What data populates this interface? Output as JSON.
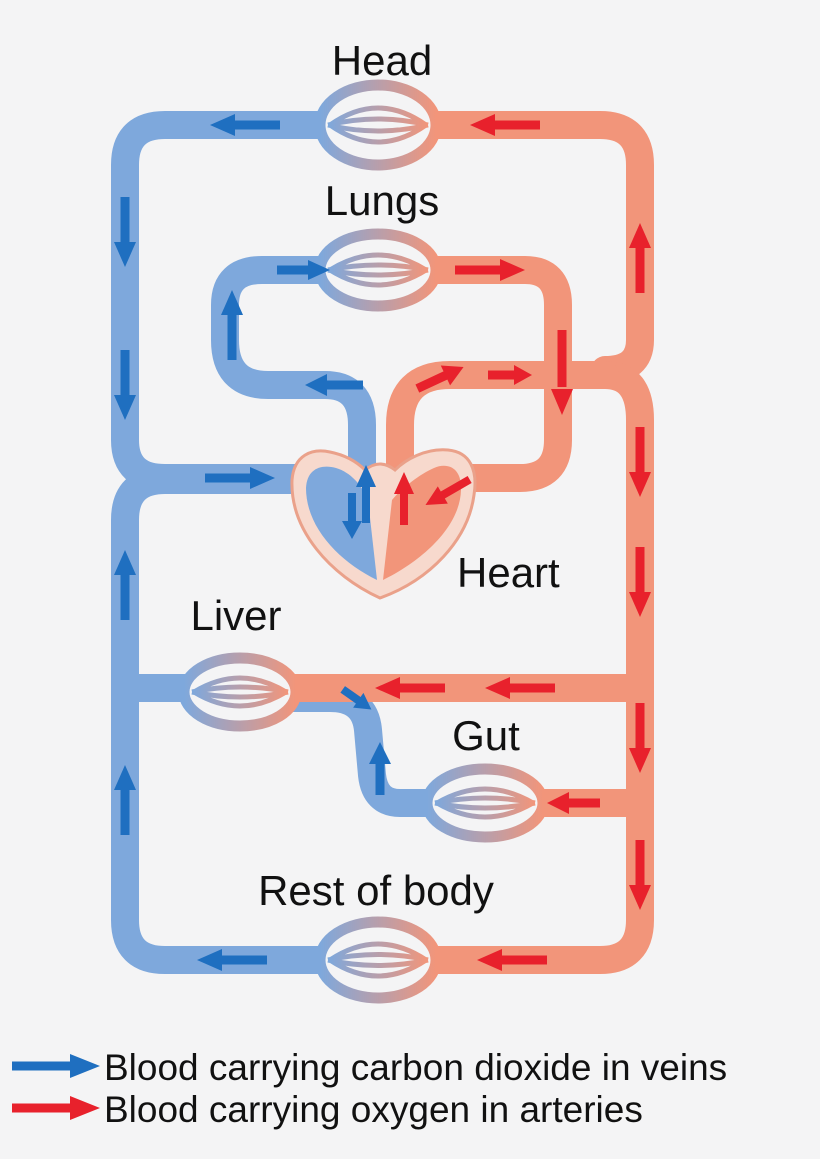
{
  "colors": {
    "vein": "#7ea8dc",
    "vein_arrow": "#1f6fc0",
    "artery": "#f2957a",
    "artery_arrow": "#e8212c",
    "heart_fill": "#f7d9cd",
    "heart_outline": "#eaa18a",
    "background": "#f4f4f5"
  },
  "organs": {
    "head": "Head",
    "lungs": "Lungs",
    "heart": "Heart",
    "liver": "Liver",
    "gut": "Gut",
    "body": "Rest of body"
  },
  "legend": {
    "veins": "Blood carrying carbon dioxide in veins",
    "arteries": "Blood carrying oxygen in arteries"
  }
}
